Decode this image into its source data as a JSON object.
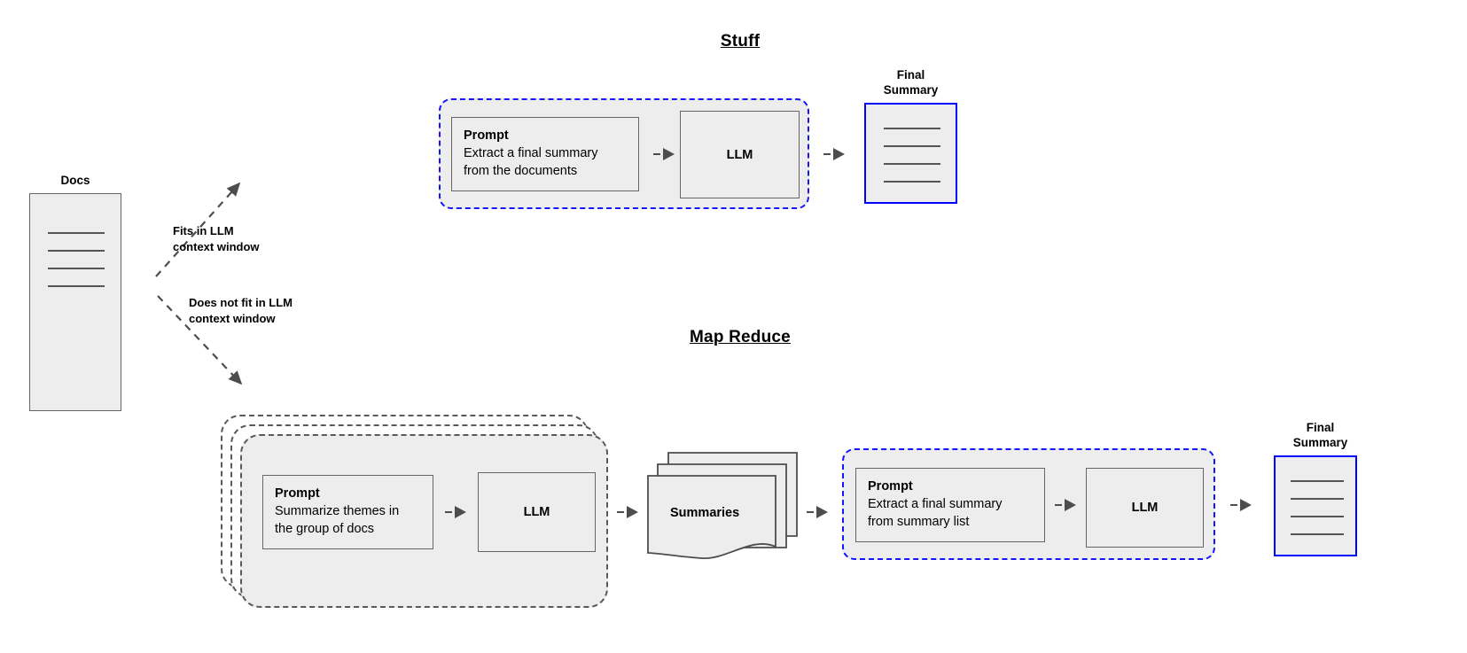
{
  "diagram": {
    "title_stuff": "Stuff",
    "title_map_reduce": "Map Reduce"
  },
  "source": {
    "label": "Docs",
    "line_count": 4
  },
  "branches": [
    {
      "label_line1": "Fits in LLM",
      "label_line2": "context window",
      "direction": "up"
    },
    {
      "label_line1": "Does not fit in LLM",
      "label_line2": "context window",
      "direction": "down"
    }
  ],
  "stuff": {
    "prompt": {
      "title": "Prompt",
      "line1": "Extract a final summary",
      "line2": "from the documents"
    },
    "llm": "LLM",
    "final_summary": {
      "caption_line1": "Final",
      "caption_line2": "Summary",
      "line_count": 4
    }
  },
  "map_reduce": {
    "map_prompt": {
      "title": "Prompt",
      "line1": "Summarize themes in",
      "line2": "the group of docs"
    },
    "map_llm": "LLM",
    "summaries": {
      "label": "Summaries",
      "stack_count": 3
    },
    "reduce_prompt": {
      "title": "Prompt",
      "line1": "Extract a final summary",
      "line2": "from summary list"
    },
    "reduce_llm": "LLM",
    "final_summary": {
      "caption_line1": "Final",
      "caption_line2": "Summary",
      "line_count": 4
    }
  },
  "colors": {
    "box_fill": "#ededed",
    "box_stroke": "#666666",
    "accent_blue": "#0000ff",
    "arrow_gray": "#4d4d4d",
    "dash_gray": "#5a5a5a",
    "canvas": "#ffffff"
  }
}
